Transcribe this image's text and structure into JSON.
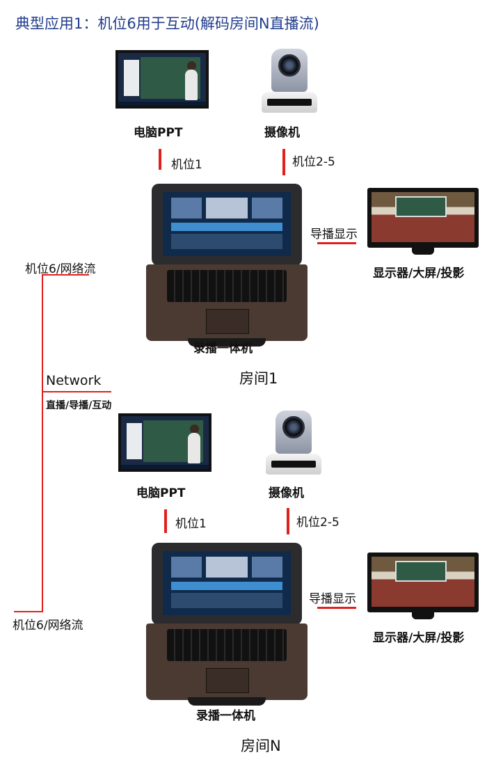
{
  "title": "典型应用1：机位6用于互动(解码房间N直播流)",
  "network": {
    "label": "Network",
    "sub": "直播/导播/互动",
    "top_stream": "机位6/网络流",
    "bottom_stream": "机位6/网络流"
  },
  "rooms": [
    {
      "pc_label": "电脑PPT",
      "camera_label": "摄像机",
      "pos1": "机位1",
      "pos2": "机位2-5",
      "guide": "导播显示",
      "display_label": "显示器/大屏/投影",
      "device_label": "录播一体机",
      "room_name": "房间1"
    },
    {
      "pc_label": "电脑PPT",
      "camera_label": "摄像机",
      "pos1": "机位1",
      "pos2": "机位2-5",
      "guide": "导播显示",
      "display_label": "显示器/大屏/投影",
      "device_label": "录播一体机",
      "room_name": "房间N"
    }
  ]
}
